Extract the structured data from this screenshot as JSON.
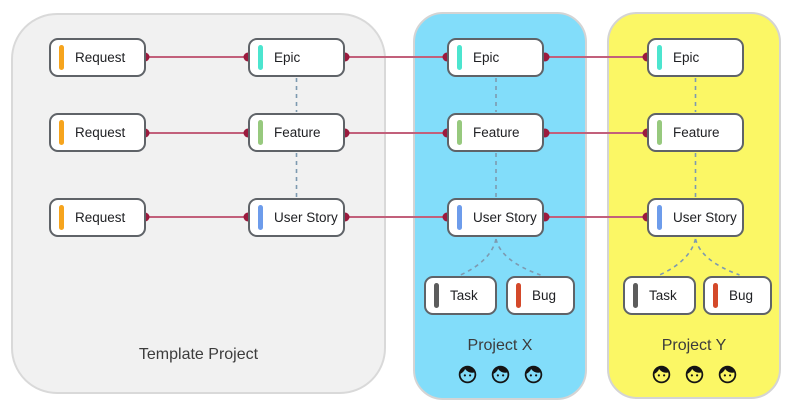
{
  "colors": {
    "connector_line": "#c2607b",
    "connector_dot": "#9b1b3e",
    "dashed_line": "#7d9ab0",
    "card_border": "#5f6368",
    "face_icon": "#141414"
  },
  "containers": {
    "template": {
      "label": "Template Project",
      "background": "#f1f1f1",
      "border": "#d9d9d9"
    },
    "project_x": {
      "label": "Project X",
      "background": "#82ddfa",
      "border": "#d4d4d4",
      "member_count": 3
    },
    "project_y": {
      "label": "Project Y",
      "background": "#fbf765",
      "border": "#d4d4d4",
      "member_count": 3
    }
  },
  "card_types": {
    "request": {
      "label": "Request",
      "accent": "#f6a41d"
    },
    "epic": {
      "label": "Epic",
      "accent": "#4ce5cf"
    },
    "feature": {
      "label": "Feature",
      "accent": "#97c97e"
    },
    "user_story": {
      "label": "User Story",
      "accent": "#6d9ceb"
    },
    "task": {
      "label": "Task",
      "accent": "#5c5c5c"
    },
    "bug": {
      "label": "Bug",
      "accent": "#d4492a"
    }
  },
  "icons": {
    "member": "face-icon"
  }
}
